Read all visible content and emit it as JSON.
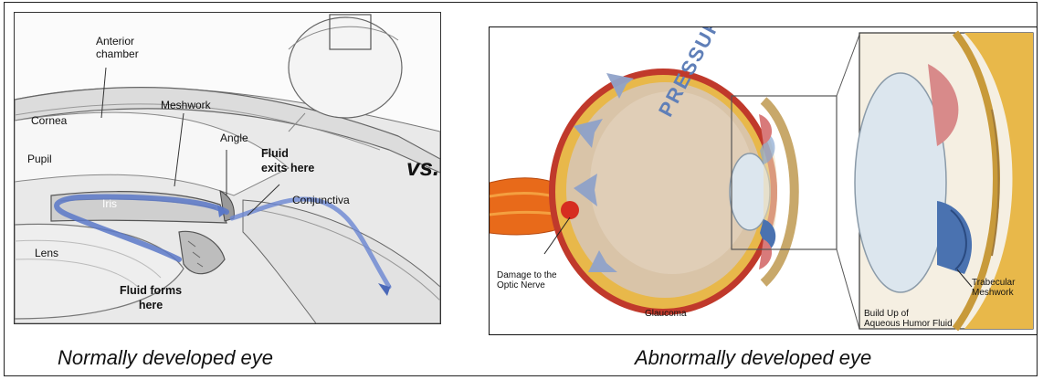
{
  "left_diagram": {
    "labels": {
      "anterior_chamber": "Anterior\nchamber",
      "meshwork": "Meshwork",
      "cornea": "Cornea",
      "angle": "Angle",
      "pupil": "Pupil",
      "fluid_exits": "Fluid\nexits here",
      "iris": "Iris",
      "conjunctiva": "Conjunctiva",
      "lens": "Lens",
      "fluid_forms": "Fluid forms\nhere"
    },
    "caption": "Normally developed eye"
  },
  "separator": "vs.",
  "right_diagram": {
    "labels": {
      "pressure": "PRESSURE",
      "damage": "Damage to the\nOptic Nerve",
      "glaucoma": "Glaucoma",
      "trabecular": "Trabecular\nMeshwork",
      "build_up": "Build Up of\nAqueous Humor Fluid"
    },
    "caption": "Abnormally developed eye"
  },
  "colors": {
    "fluid_flow": "#5a78c8",
    "sclera_yellow": "#e8b84a",
    "optic_nerve": "#e86a1a",
    "pressure_arrow": "#8fa2c9",
    "eye_interior": "#d9c4a8"
  }
}
